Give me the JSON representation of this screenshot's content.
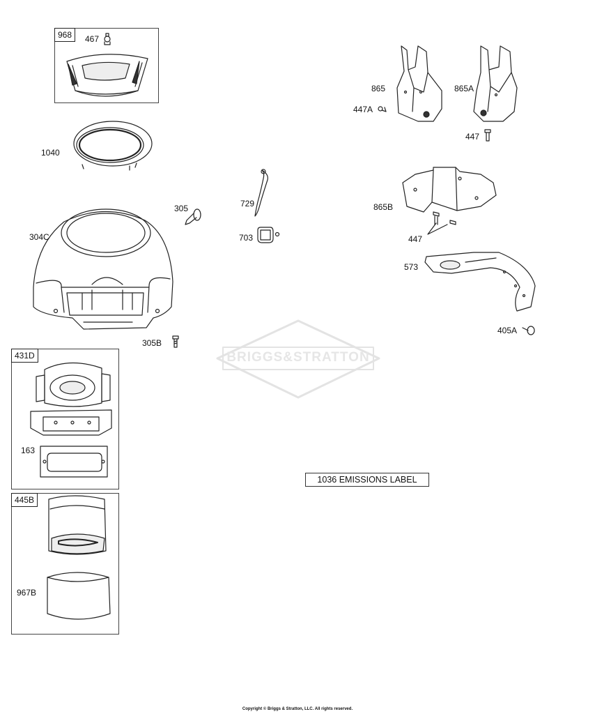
{
  "watermark_text": "BRIGGS&STRATTON",
  "emissions_label": "1036 EMISSIONS LABEL",
  "copyright": "Copyright © Briggs & Stratton, LLC. All rights reserved.",
  "boxes": {
    "b968": "968",
    "b431D": "431D",
    "b445B": "445B"
  },
  "labels": {
    "p467": "467",
    "p1040": "1040",
    "p305": "305",
    "p304C": "304C",
    "p305B": "305B",
    "p729": "729",
    "p703": "703",
    "p163": "163",
    "p967B": "967B",
    "p865": "865",
    "p865A": "865A",
    "p447A": "447A",
    "p447top": "447",
    "p865B": "865B",
    "p447mid": "447",
    "p573": "573",
    "p405A": "405A"
  }
}
